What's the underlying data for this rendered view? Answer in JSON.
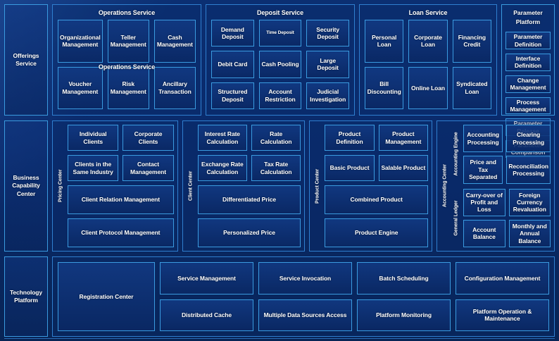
{
  "rows": {
    "offerings": {
      "rail_label": "Offerings Service",
      "groups": [
        {
          "title": "Operations Service",
          "ghost_title": "Operations Service",
          "items": [
            "Organizational Management",
            "Teller Management",
            "Cash Management",
            "Voucher Management",
            "Risk Management",
            "Ancillary Transaction"
          ]
        },
        {
          "title": "Deposit Service",
          "items": [
            "Demand Deposit",
            "Time Deposit",
            "Security Deposit",
            "Debit Card",
            "Cash Pooling",
            "Large Deposit",
            "Structured Deposit",
            "Account Restriction",
            "Judicial Investigation"
          ]
        },
        {
          "title": "Loan Service",
          "items": [
            "Personal Loan",
            "Corporate Loan",
            "Financing Credit",
            "Bill Discounting",
            "Online Loan",
            "Syndicated Loan"
          ]
        }
      ],
      "parameter_platform": {
        "title": "Parameter Platform",
        "items": [
          "Parameter Definition",
          "Interface Definition",
          "Change Management",
          "Process Management",
          "Parameter Release",
          "Parameter Comparison"
        ]
      }
    },
    "business": {
      "rail_label": "Business Capability Center",
      "groups": [
        {
          "vlabel": "Pricing Center",
          "pair1": [
            "Individual Clients",
            "Corporate Clients"
          ],
          "pair2": [
            "Clients in the Same Industry",
            "Contact Management"
          ],
          "wide1": "Client Relation Management",
          "wide2": "Client Protocol Management"
        },
        {
          "vlabel": "Client Center",
          "pair1": [
            "Interest Rate Calculation",
            "Rate Calculation"
          ],
          "pair2": [
            "Exchange Rate Calculation",
            "Tax Rate Calculation"
          ],
          "wide1": "Differentiated Price",
          "wide2": "Personalized Price"
        },
        {
          "vlabel": "Product Center",
          "pair1": [
            "Product Definition",
            "Product Management"
          ],
          "pair2": [
            "Basic Product",
            "Salable Product"
          ],
          "wide1": "Combined Product",
          "wide2": "Product Engine"
        }
      ],
      "accounting": {
        "outer_vlabel": "Accounting Center",
        "sections": [
          {
            "vlabel": "Accounting Engine",
            "items": [
              "Accounting Processing",
              "Clearing Processing",
              "Price and Tax Separated",
              "Reconciliation Processing"
            ]
          },
          {
            "vlabel": "General Ledger",
            "items": [
              "Carry-over of Profit and Loss",
              "Foreign Currency Revaluation",
              "Account Balance",
              "Monthly and Annual Balance"
            ]
          }
        ]
      }
    },
    "technology": {
      "rail_label": "Technology Platform",
      "registration": "Registration Center",
      "columns": [
        [
          "Service Management",
          "Distributed Cache"
        ],
        [
          "Service Invocation",
          "Multiple Data Sources Access"
        ],
        [
          "Batch Scheduling",
          "Platform Monitoring"
        ],
        [
          "Configuration Management",
          "Platform Operation & Maintenance"
        ]
      ]
    }
  },
  "colors": {
    "background": "#0a2a6b",
    "panel_border": "#2f7fd0",
    "leaf_border": "#3a9be0",
    "text": "#ffffff"
  }
}
